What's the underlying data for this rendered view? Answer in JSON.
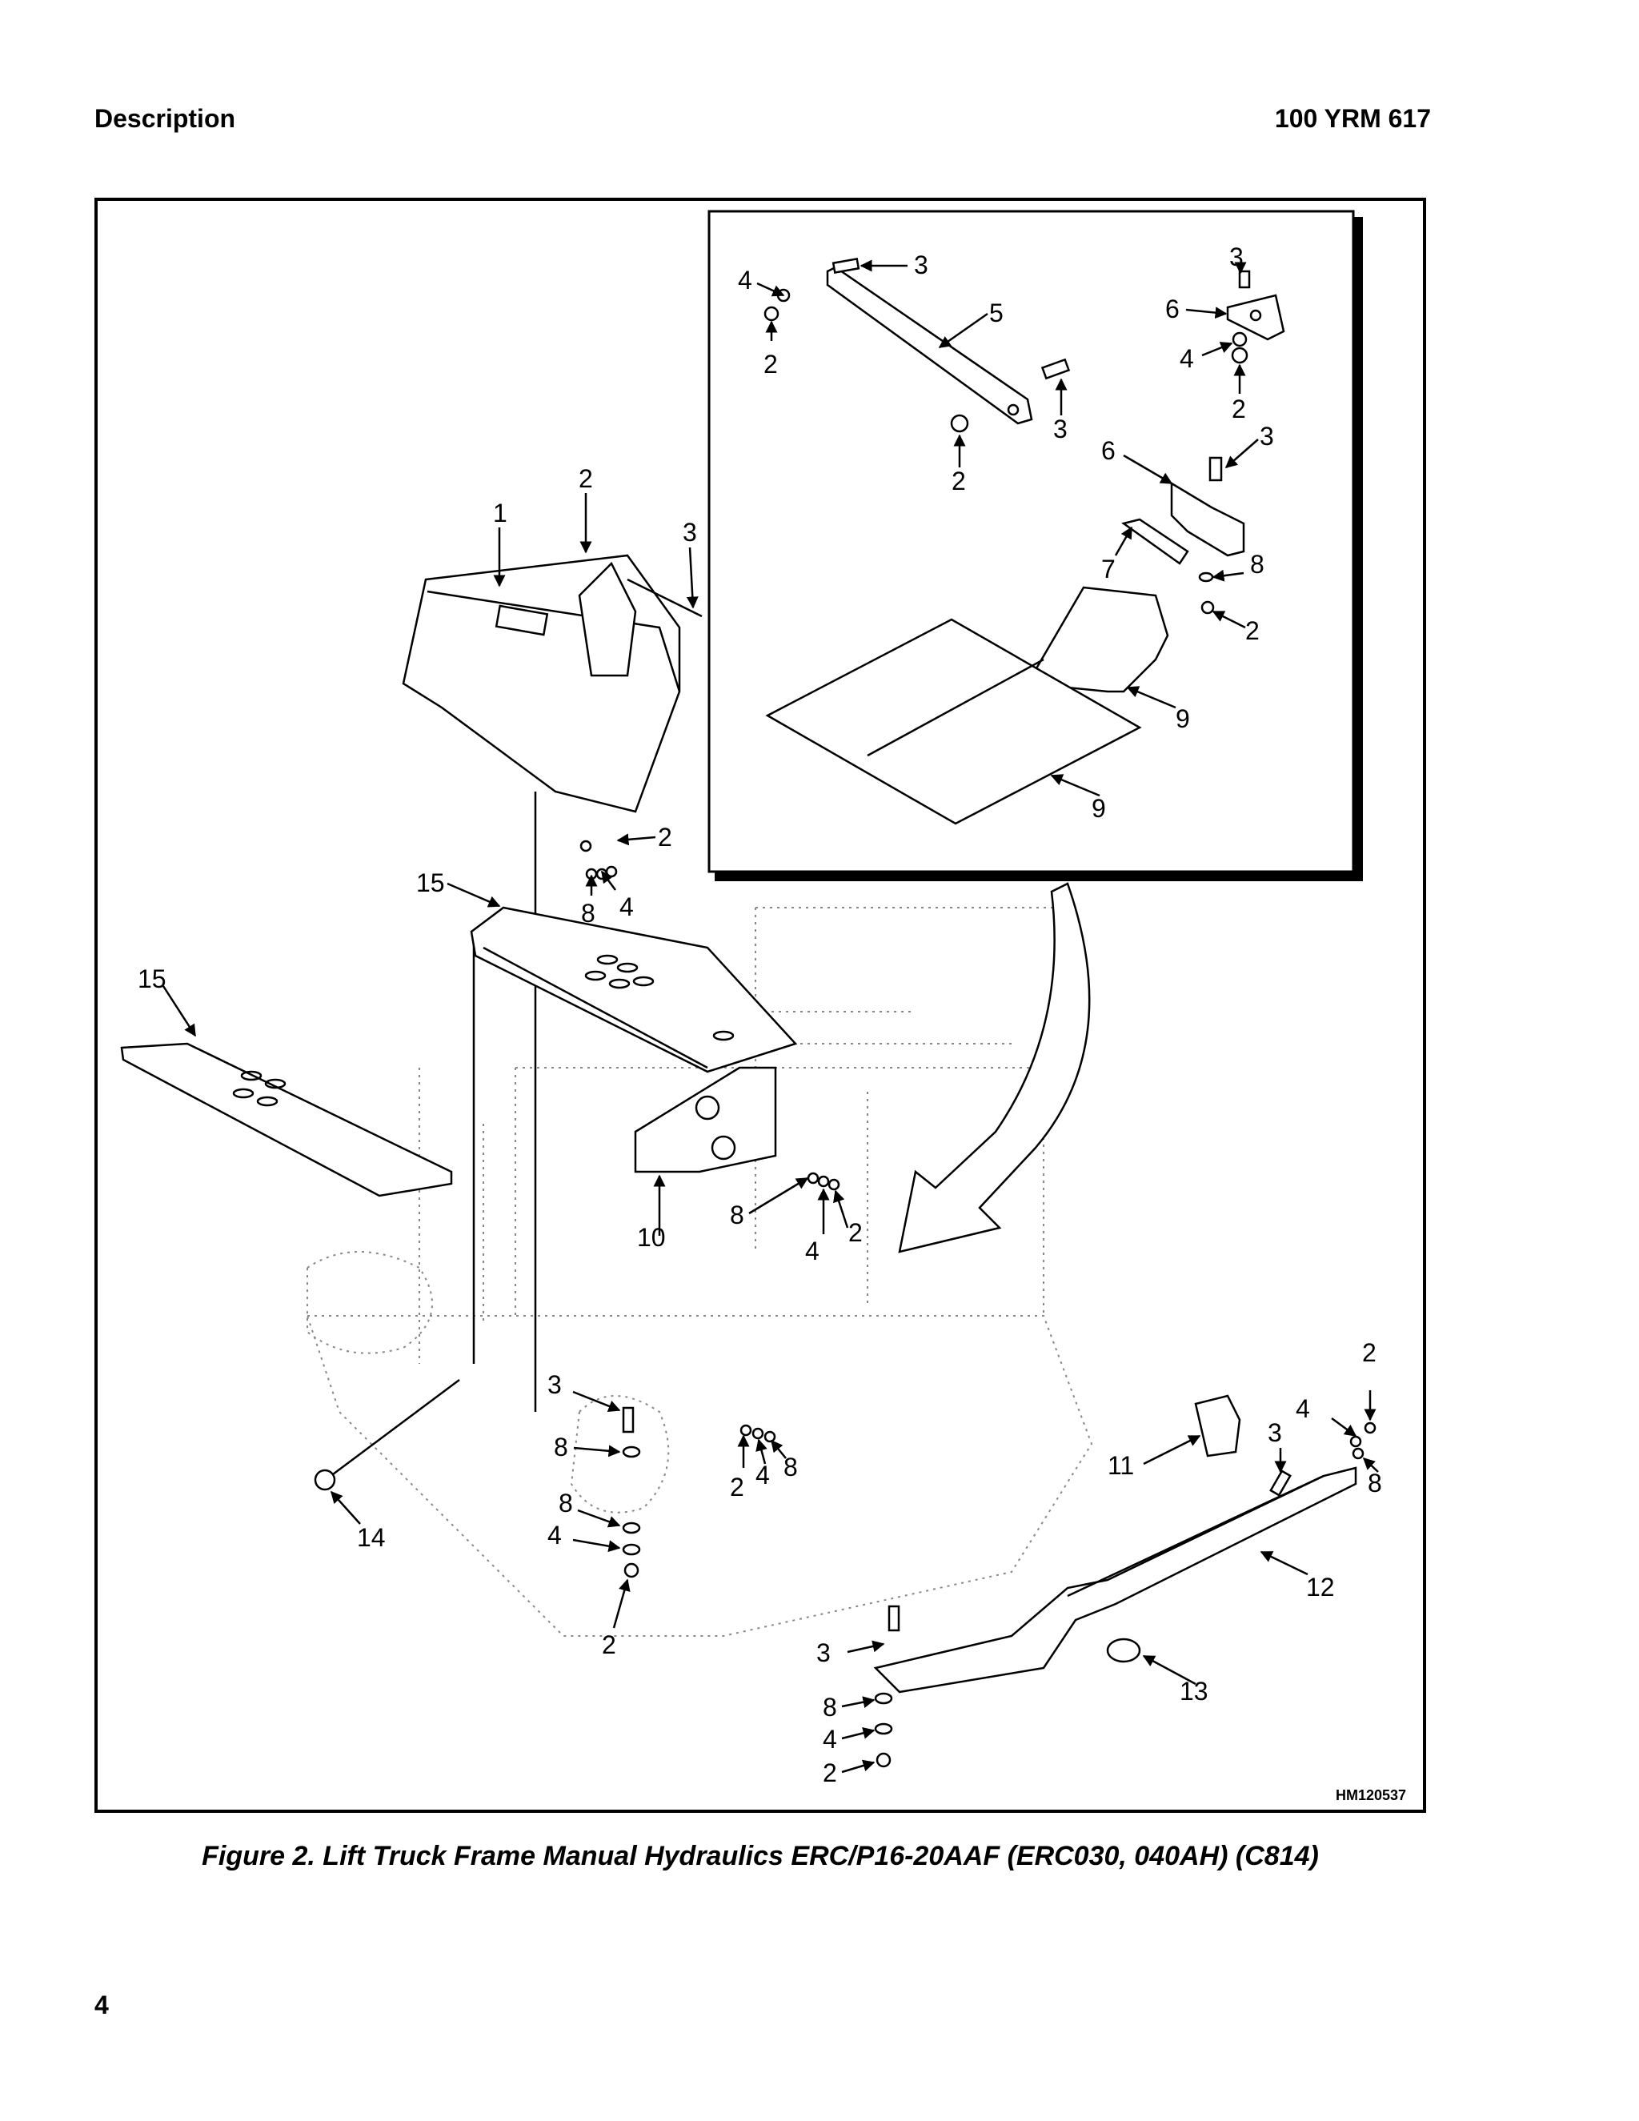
{
  "header": {
    "left": "Description",
    "right": "100 YRM 617"
  },
  "figure": {
    "reference": "HM120537",
    "callouts": {
      "c1": "1",
      "c2a": "2",
      "c3a": "3",
      "c2b": "2",
      "c4a": "4",
      "c8a": "8",
      "c15a": "15",
      "c15b": "15",
      "c10": "10",
      "c8b": "8",
      "c4b": "4",
      "c2c": "2",
      "i4a": "4",
      "i2a": "2",
      "i3a": "3",
      "i5": "5",
      "i3b": "3",
      "i2b": "2",
      "i3c": "3",
      "i6a": "6",
      "i4b": "4",
      "i2c": "2",
      "i6b": "6",
      "i3d": "3",
      "i7": "7",
      "i8": "8",
      "i2d": "2",
      "i9a": "9",
      "i9b": "9",
      "c3b": "3",
      "c8c": "8",
      "c14": "14",
      "c8d": "8",
      "c4c": "4",
      "c2d": "2",
      "c2e": "2",
      "c4d": "4",
      "c8e": "8",
      "c2f": "2",
      "c4e": "4",
      "c8f": "8",
      "c11": "11",
      "c3c": "3",
      "c12": "12",
      "c3d": "3",
      "c13": "13",
      "c8g": "8",
      "c4f": "4",
      "c2g": "2"
    }
  },
  "caption": "Figure 2. Lift Truck Frame Manual Hydraulics ERC/P16-20AAF (ERC030, 040AH) (C814)",
  "page_number": "4"
}
